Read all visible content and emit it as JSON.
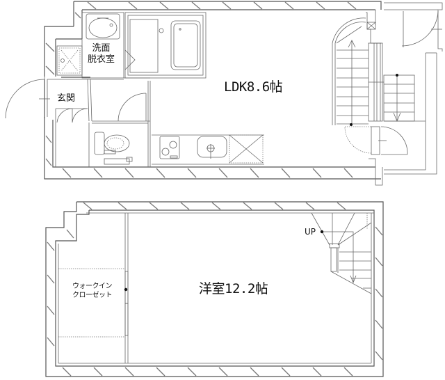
{
  "floor_plan": {
    "upper_floor": {
      "rooms": [
        {
          "id": "ldk",
          "label": "LDK8.6帖"
        },
        {
          "id": "washroom",
          "label_line1": "洗面",
          "label_line2": "脱衣室"
        },
        {
          "id": "entrance",
          "label": "玄関"
        }
      ],
      "fixtures": [
        "washbasin",
        "washing-machine-pan",
        "unit-bath",
        "toilet",
        "stove",
        "kitchen-sink",
        "refrigerator-space",
        "stairs-up",
        "stairs-down"
      ]
    },
    "lower_floor": {
      "rooms": [
        {
          "id": "western-room",
          "label": "洋室12.2帖"
        },
        {
          "id": "walk-in-closet",
          "label_line1": "ウォークイン",
          "label_line2": "クローゼット"
        }
      ],
      "stairs_label": "UP"
    }
  }
}
